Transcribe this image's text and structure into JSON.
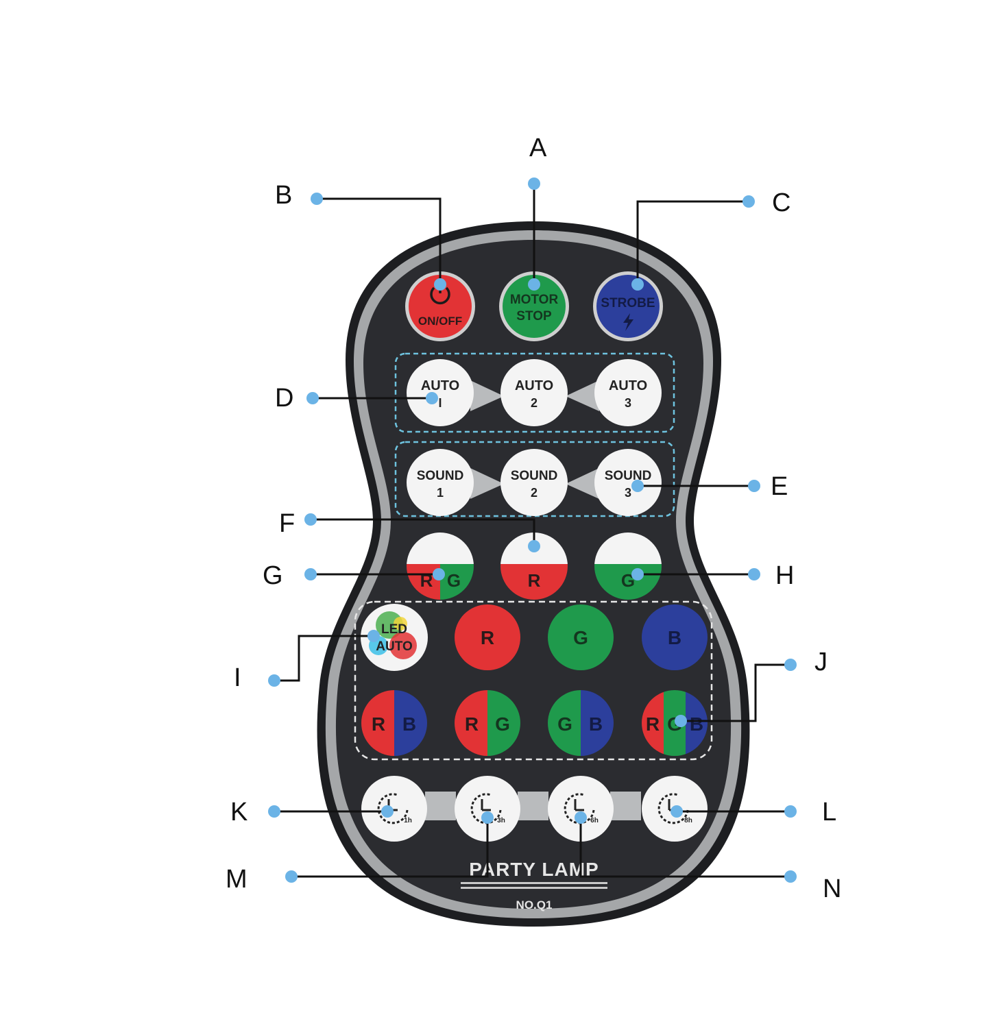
{
  "remote": {
    "colors": {
      "body": "#2b2c30",
      "rim": "#9b9d9f",
      "red": "#e23335",
      "green": "#1f9a4c",
      "blue": "#2c3f9c",
      "white": "#f4f4f4",
      "dot": "#6bb3e6",
      "dashed_cyan": "#6ec3df"
    },
    "top_buttons": [
      {
        "name": "on-off-button",
        "icon": "power-icon",
        "lines": [
          "ON/OFF"
        ]
      },
      {
        "name": "motor-stop-button",
        "lines": [
          "MOTOR",
          "STOP"
        ]
      },
      {
        "name": "strobe-button",
        "icon": "lightning-icon",
        "lines": [
          "STROBE"
        ]
      }
    ],
    "auto_buttons": [
      {
        "lines": [
          "AUTO",
          "I"
        ]
      },
      {
        "lines": [
          "AUTO",
          "2"
        ]
      },
      {
        "lines": [
          "AUTO",
          "3"
        ]
      }
    ],
    "sound_buttons": [
      {
        "lines": [
          "SOUND",
          "1"
        ]
      },
      {
        "lines": [
          "SOUND",
          "2"
        ]
      },
      {
        "lines": [
          "SOUND",
          "3"
        ]
      }
    ],
    "mix_buttons": [
      {
        "lines": [
          "R",
          "G"
        ]
      },
      {
        "lines": [
          "R"
        ]
      },
      {
        "lines": [
          "G"
        ]
      }
    ],
    "led_auto": {
      "lines": [
        "LED",
        "AUTO"
      ]
    },
    "color_buttons": [
      "R",
      "G",
      "B"
    ],
    "combo_buttons": [
      {
        "lines": [
          "R",
          "B"
        ]
      },
      {
        "lines": [
          "R",
          "G"
        ]
      },
      {
        "lines": [
          "G",
          "B"
        ]
      },
      {
        "lines": [
          "R",
          "G",
          "B"
        ]
      }
    ],
    "timer_buttons": [
      {
        "icon": "clock-icon",
        "label": "1h"
      },
      {
        "icon": "clock-icon",
        "label": "3h"
      },
      {
        "icon": "clock-icon",
        "label": "6h"
      },
      {
        "icon": "clock-icon",
        "label": "8h"
      }
    ],
    "brand": "PARTY LAMP",
    "model": "NO.Q1"
  },
  "callouts": [
    "A",
    "B",
    "C",
    "D",
    "E",
    "F",
    "G",
    "H",
    "I",
    "J",
    "K",
    "L",
    "M",
    "N"
  ]
}
